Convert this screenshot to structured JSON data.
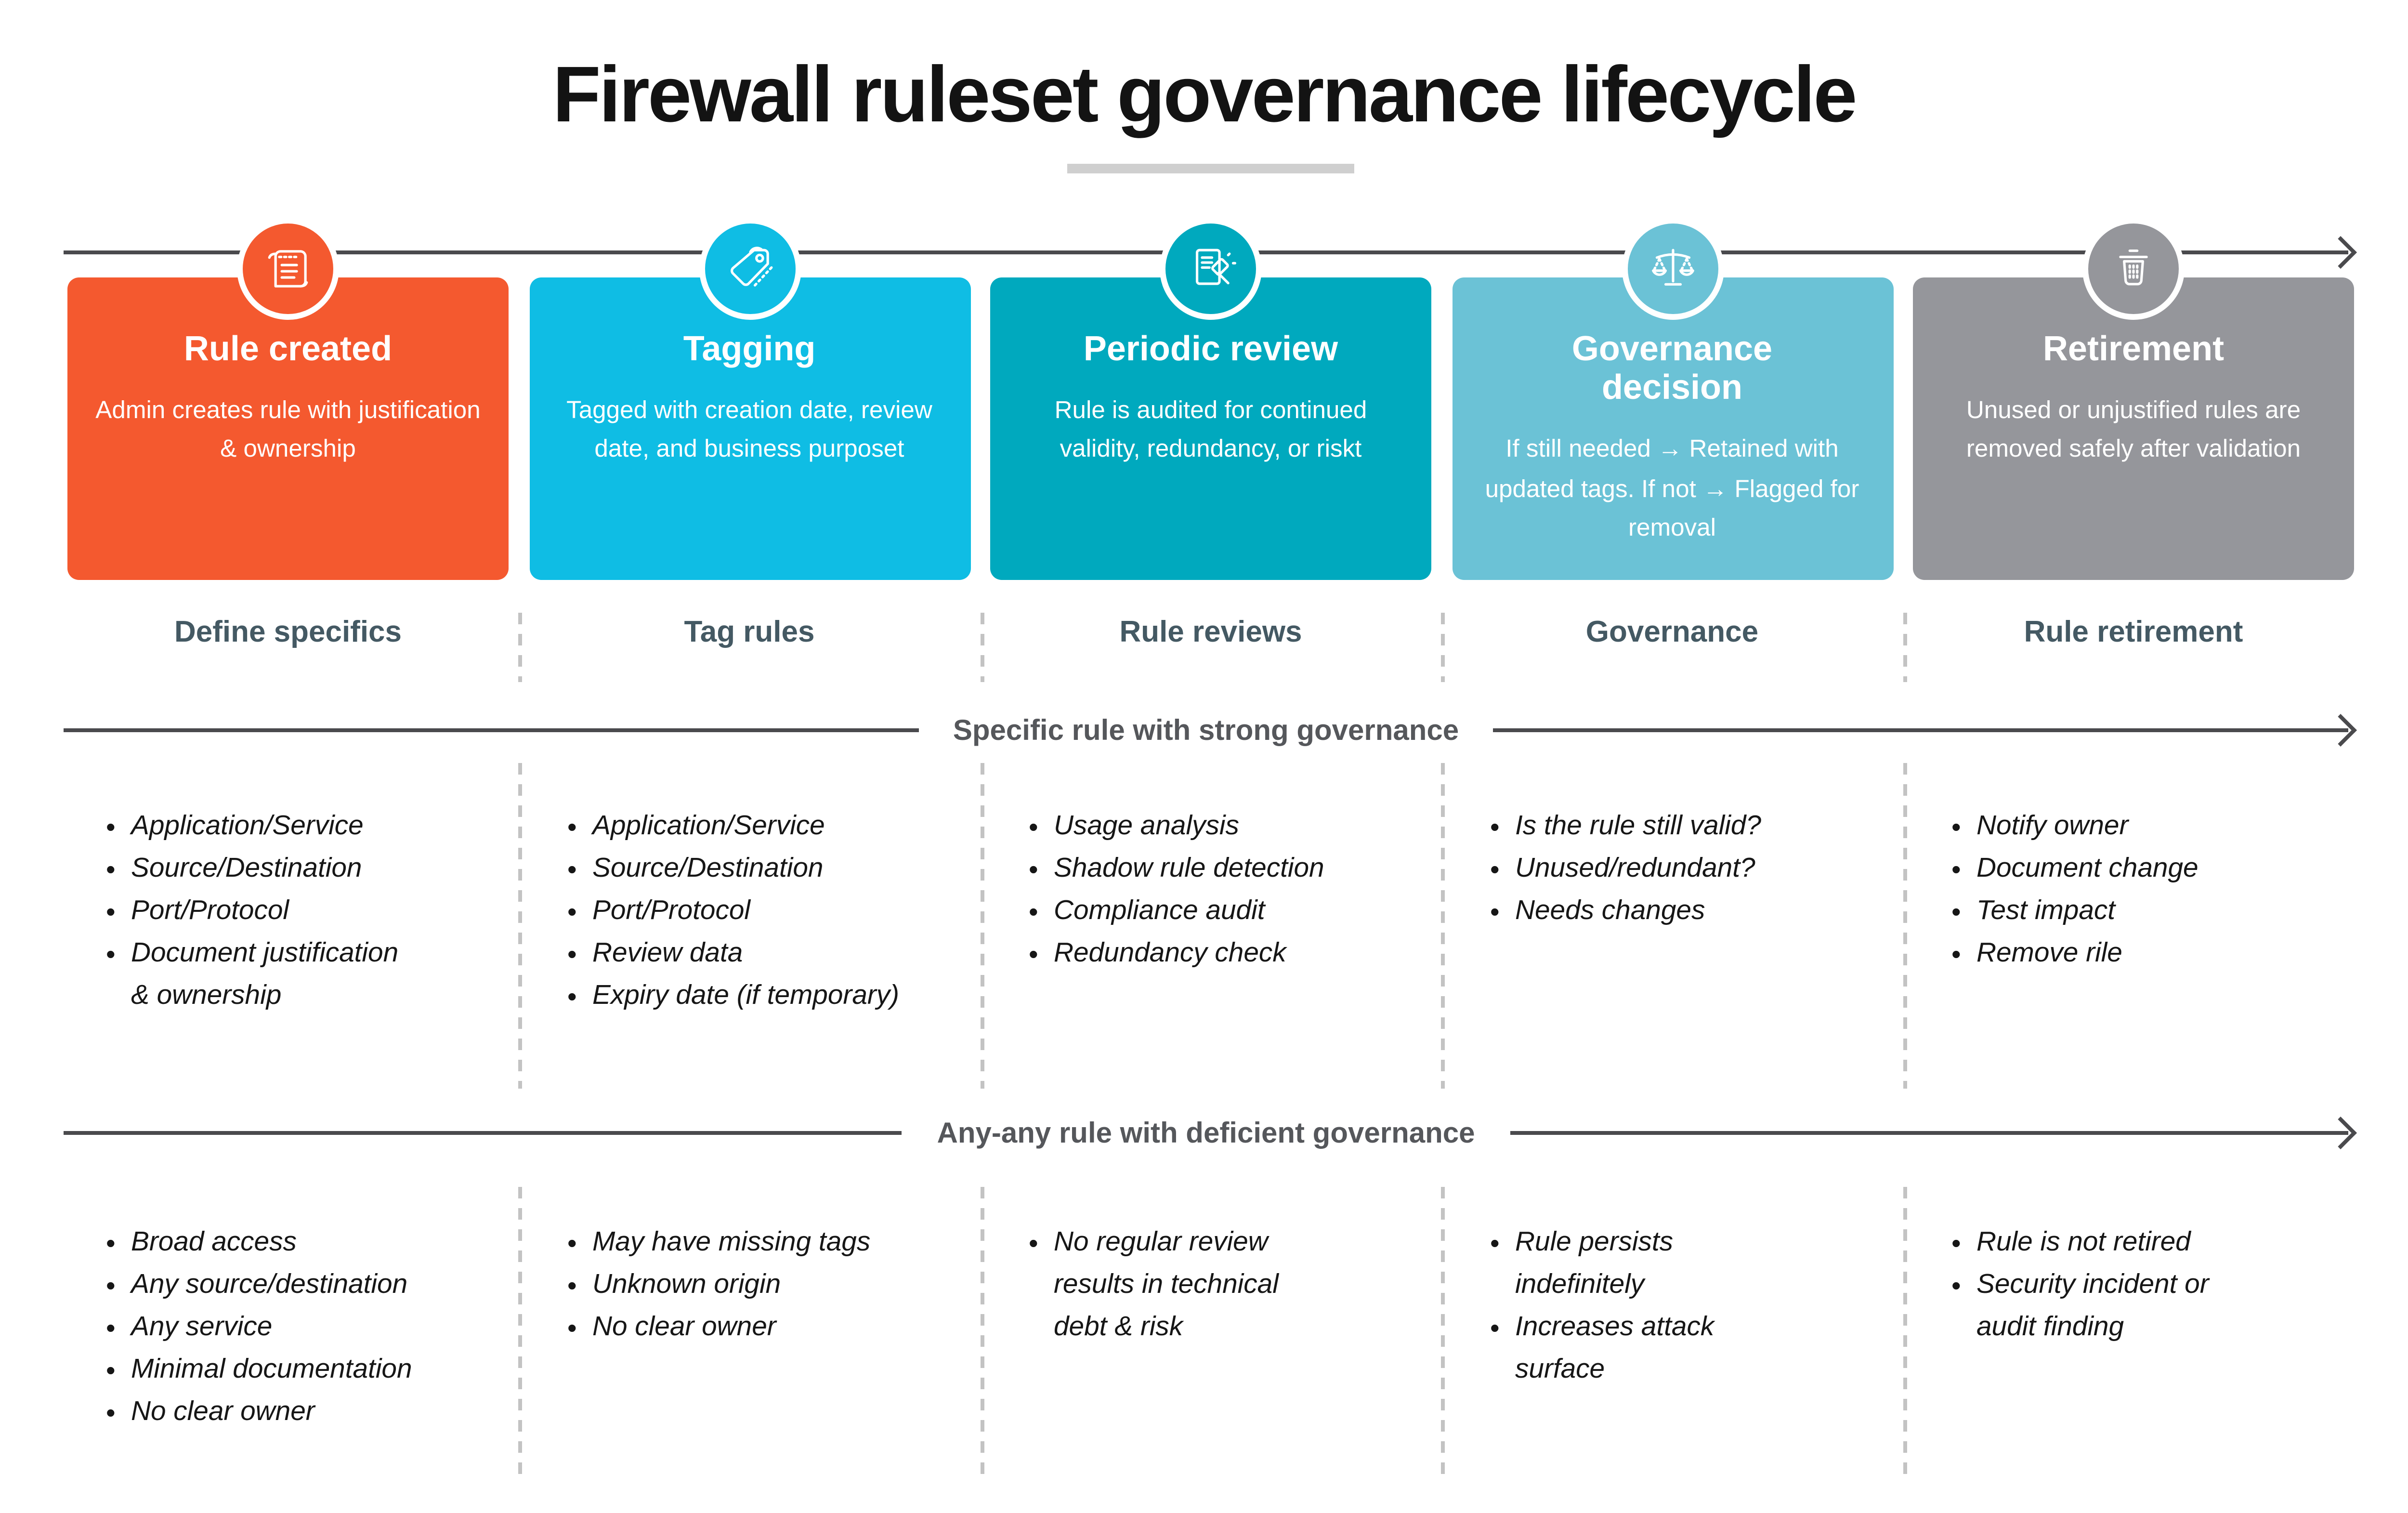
{
  "title": "Firewall ruleset governance lifecycle",
  "dividers": {
    "strong": "Specific rule with strong governance",
    "deficient": "Any-any rule with deficient governance"
  },
  "colors": {
    "arrow": "#4A4A4D",
    "stage_label": "#445963",
    "divider_text": "#55575B",
    "dash": "#C3C3C3",
    "title": "#131313",
    "title_bar": "#CFCFCF",
    "bullet_text": "#161616"
  },
  "stages": [
    {
      "id": "rule-created",
      "title": "Rule created",
      "description": "Admin creates rule with justification & ownership",
      "label": "Define specifics",
      "color": "#F4592F",
      "icon": "scroll-icon",
      "strong_points": [
        "Application/Service",
        "Source/Destination",
        "Port/Protocol",
        "Document justification\n& ownership"
      ],
      "deficient_points": [
        "Broad access",
        "Any source/destination",
        "Any service",
        "Minimal documentation",
        "No clear owner"
      ]
    },
    {
      "id": "tagging",
      "title": "Tagging",
      "description": "Tagged with creation date, review date, and business purposet",
      "label": "Tag rules",
      "color": "#0FBDE4",
      "icon": "tag-icon",
      "strong_points": [
        "Application/Service",
        "Source/Destination",
        "Port/Protocol",
        "Review data",
        "Expiry date (if temporary)"
      ],
      "deficient_points": [
        "May have missing tags",
        "Unknown origin",
        "No clear owner"
      ]
    },
    {
      "id": "periodic-review",
      "title": "Periodic review",
      "description": "Rule is audited for continued validity, redundancy, or riskt",
      "label": "Rule reviews",
      "color": "#00A9BE",
      "icon": "document-gavel-icon",
      "strong_points": [
        "Usage analysis",
        "Shadow rule detection",
        "Compliance audit",
        "Redundancy check"
      ],
      "deficient_points": [
        "No regular review\nresults in technical\ndebt & risk"
      ]
    },
    {
      "id": "governance-decision",
      "title": "Governance\ndecision",
      "description": "If still needed → Retained with updated tags. If not → Flagged for removal",
      "label": "Governance",
      "color": "#6BC2D6",
      "icon": "scales-icon",
      "strong_points": [
        "Is the rule still valid?",
        "Unused/redundant?",
        "Needs changes"
      ],
      "deficient_points": [
        "Rule persists\nindefinitely",
        "Increases attack\nsurface"
      ]
    },
    {
      "id": "retirement",
      "title": "Retirement",
      "description": "Unused or unjustified rules are removed safely after validation",
      "label": "Rule retirement",
      "color": "#95969B",
      "icon": "trash-icon",
      "strong_points": [
        "Notify owner",
        "Document change",
        "Test impact",
        "Remove rile"
      ],
      "deficient_points": [
        "Rule is not retired",
        "Security incident or\naudit finding"
      ]
    }
  ]
}
